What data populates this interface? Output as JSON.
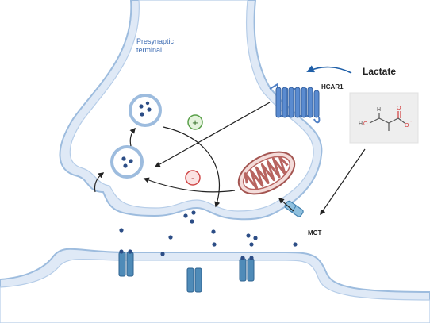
{
  "labels": {
    "presynaptic_line1": "Presynaptic",
    "presynaptic_line2": "terminal",
    "lactate": "Lactate",
    "hcar1": "HCAR1",
    "mct": "MCT",
    "plus": "+",
    "minus": "-"
  },
  "molecule": {
    "hydroxyl_h": "H",
    "hydroxyl_o": "O",
    "alpha_h": "H",
    "carbonyl_o": "O",
    "carboxylate_o": "O",
    "charge": "-"
  },
  "colors": {
    "membrane_fill": "#dfe9f6",
    "membrane_stroke": "#9dbcde",
    "label_blue": "#3d6cb3",
    "vesicle_dot": "#2c4d86",
    "hcar1": "#4f7fc4",
    "mito": "#b86460",
    "plus_green": "#5aa04a",
    "minus_red": "#d04848",
    "molecule_red": "#d23a3a",
    "receptor": "#4f8bb8"
  }
}
